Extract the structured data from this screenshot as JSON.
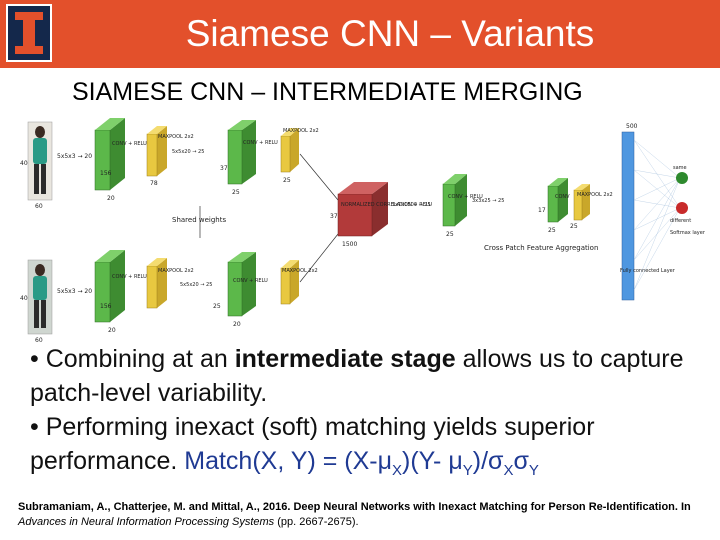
{
  "slide": {
    "title": "Siamese CNN – Variants",
    "subtitle": "SIAMESE CNN – INTERMEDIATE MERGING"
  },
  "diagram": {
    "top_input": {
      "w": "60",
      "h": "40",
      "dim": "5x5x3 → 20",
      "conv": "CONV + RELU",
      "maxpool": "MAXPOOL 2x2",
      "conv2": "CONV + RELU",
      "maxpool2": "MAXPOOL 2x2",
      "c1": "20",
      "c2": "156",
      "c3": "20",
      "c4": "25",
      "dim2": "5x5x20 → 25",
      "n1": "78",
      "n2": "37",
      "n3": "25",
      "n4": "25"
    },
    "bottom_input": {
      "w": "60",
      "h": "40",
      "dim": "5x5x3 → 20",
      "conv": "CONV + RELU",
      "maxpool": "MAXPOOL 2x2",
      "conv2": "CONV + RELU",
      "maxpool2": "MAXPOOL 2x2",
      "dim2": "5x5x20 → 25",
      "c1": "20",
      "c2": "156",
      "c3": "20",
      "c4": "25"
    },
    "shared_weights": "Shared weights",
    "norm": {
      "label": "NORMALIZED CORRELATION + RELU",
      "n": "1500",
      "dim": "1x1x1500 → 25",
      "w": "37"
    },
    "cross_patch": {
      "conv": "CONV + RELU",
      "conv2": "CONV",
      "maxpool": "MAXPOOL 2x2",
      "dim": "3x3x25 → 25",
      "label": "Cross Patch Feature Aggregation",
      "n1": "25",
      "n2": "25",
      "n3": "17",
      "n4": "25"
    },
    "fc": {
      "n": "500",
      "label": "Fully connected Layer"
    },
    "softmax": {
      "same": "same",
      "different": "different",
      "label": "Softmax layer"
    }
  },
  "bullets": {
    "b1_pre": "• Combining at an ",
    "b1_bold": "intermediate stage",
    "b1_post": " allows us to capture patch-level variability.",
    "b2_pre": "• Performing inexact (soft) matching yields superior performance. ",
    "b2_formula_a": "Match(X, Y) = (X-μ",
    "b2_sub_x": "X",
    "b2_formula_b": ")(Y- μ",
    "b2_sub_y": "Y",
    "b2_formula_c": ")/σ",
    "b2_sub_x2": "X",
    "b2_formula_d": "σ",
    "b2_sub_y2": "Y"
  },
  "citation": {
    "bold": "Subramaniam, A., Chatterjee, M. and Mittal, A., 2016. Deep Neural Networks with Inexact Matching for Person Re-Identification. In ",
    "italic": "Advances in Neural Information Processing Systems",
    "tail": " (pp. 2667-2675)."
  },
  "colors": {
    "header": "#e3502b",
    "logo_bg": "#14284b",
    "logo_fg": "#e3502b",
    "green": "#5cb84a",
    "yellow": "#e8c840",
    "red": "#b23a3a",
    "blue": "#4f97e0",
    "formula": "#1f3a93"
  }
}
